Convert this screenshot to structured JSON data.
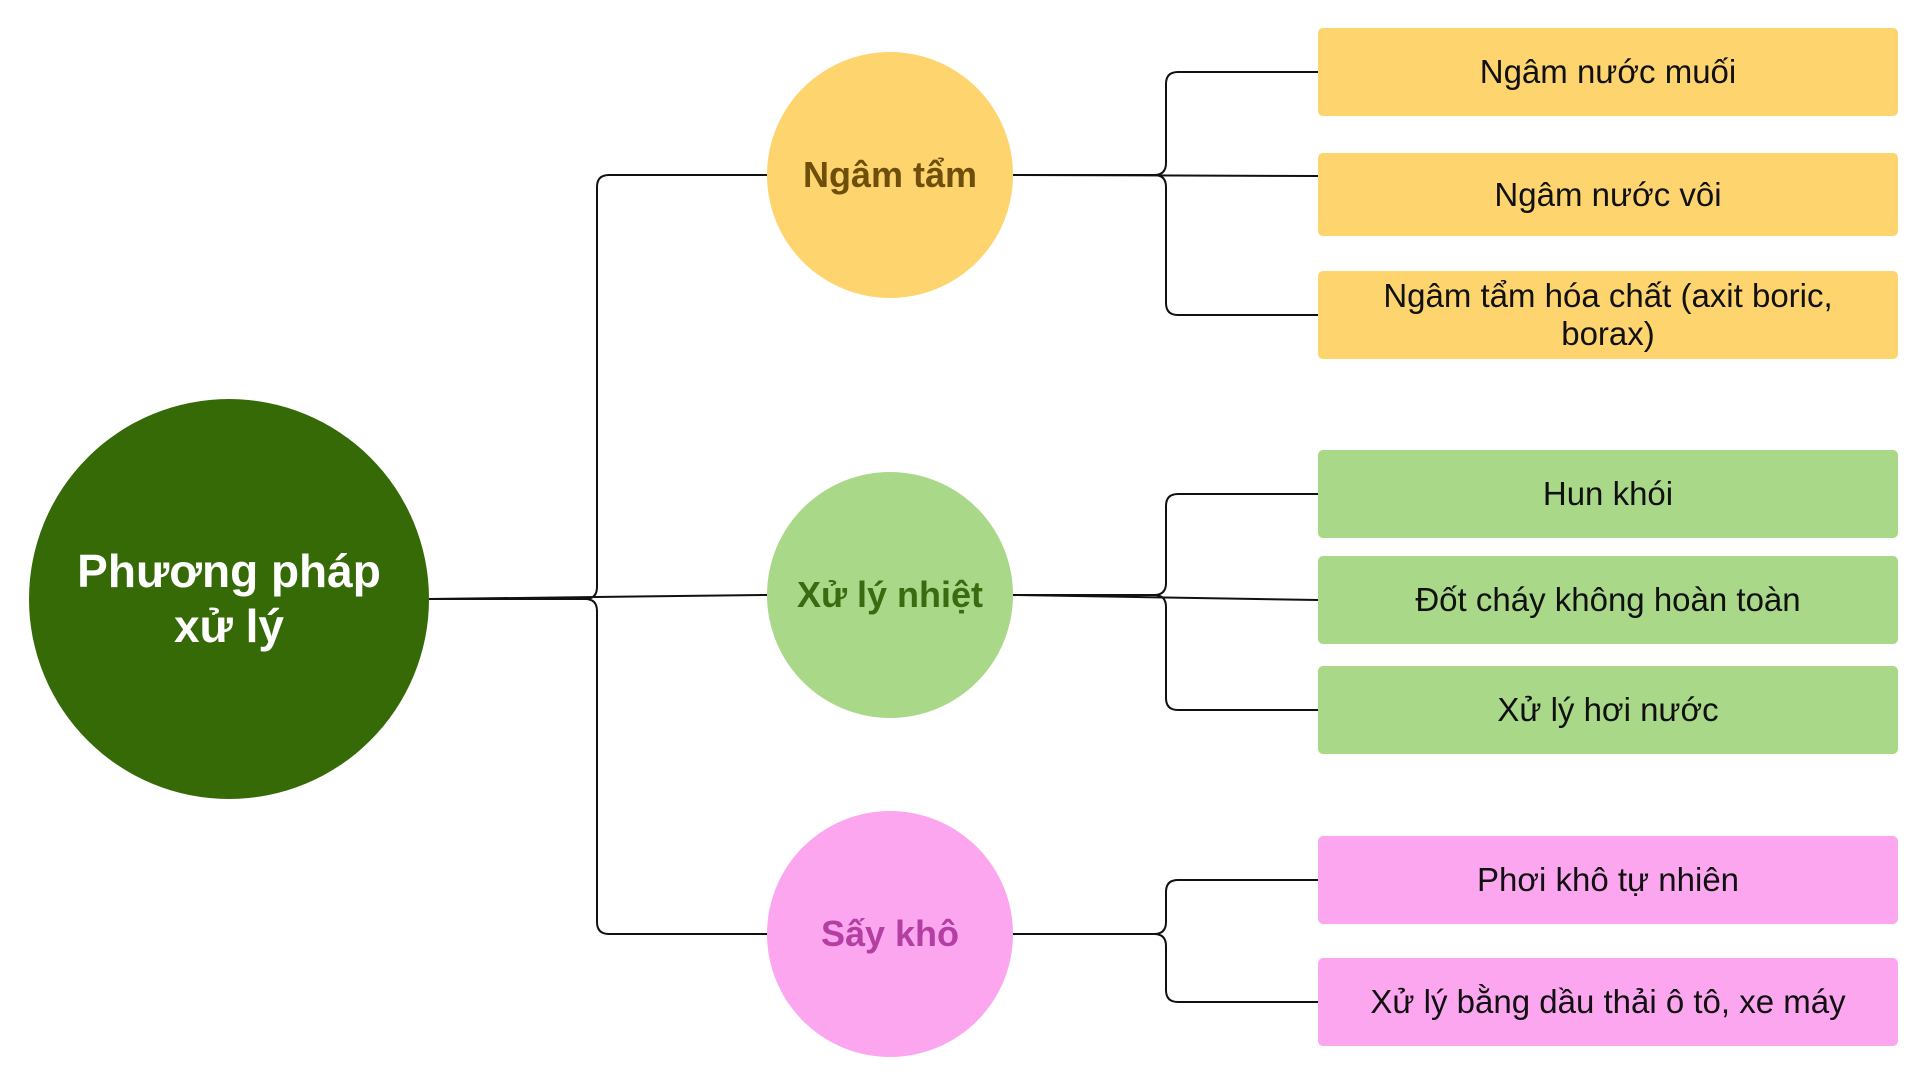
{
  "colors": {
    "root_fill": "#356A07",
    "root_text": "#FFFFFF",
    "yellow_fill": "#FDD46D",
    "yellow_text": "#6E4E0B",
    "green_fill": "#A8D888",
    "green_text": "#3A6B10",
    "pink_fill": "#FCA6F0",
    "pink_text": "#B33FA3",
    "line": "#111111"
  },
  "root": {
    "label": "Phương pháp xử lý"
  },
  "categories": [
    {
      "label": "Ngâm tẩm",
      "color": "yellow",
      "items": [
        "Ngâm nước muối",
        "Ngâm nước vôi",
        "Ngâm tẩm hóa chất (axit boric, borax)"
      ]
    },
    {
      "label": "Xử lý nhiệt",
      "color": "green",
      "items": [
        "Hun khói",
        "Đốt cháy không hoàn toàn",
        "Xử lý hơi nước"
      ]
    },
    {
      "label": "Sấy khô",
      "color": "pink",
      "items": [
        "Phơi khô tự nhiên",
        "Xử lý bằng dầu thải ô tô, xe máy"
      ]
    }
  ]
}
